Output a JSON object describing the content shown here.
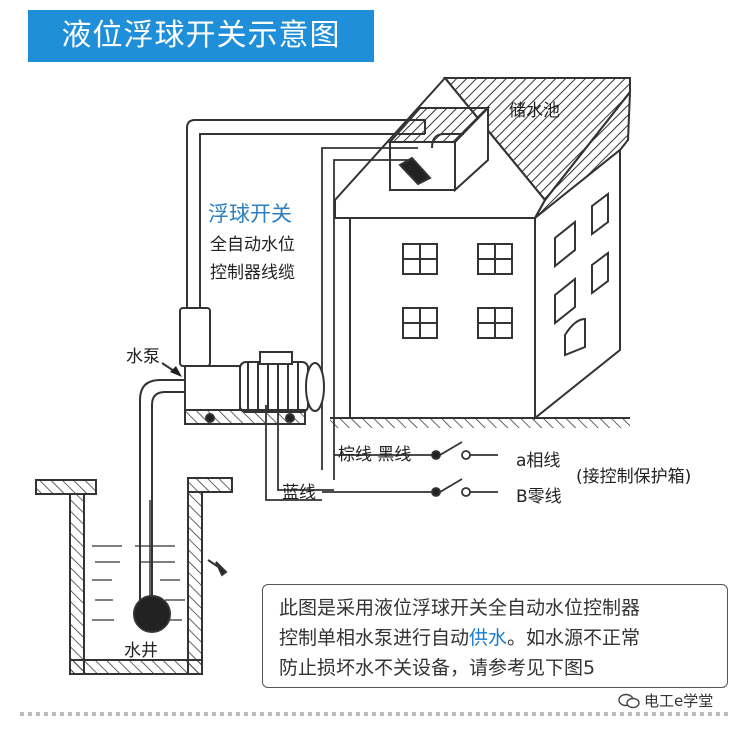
{
  "title": "液位浮球开关示意图",
  "labels": {
    "reservoir": "储水池",
    "float_switch": "浮球开关",
    "controller_line1": "全自动水位",
    "controller_line2": "控制器线缆",
    "pump": "水泵",
    "brown_black": "棕线 黑线",
    "blue_wire": "蓝线",
    "phase_a": "a相线",
    "neutral_b": "B零线",
    "control_box": "(接控制保护箱)",
    "well": "水井"
  },
  "note": {
    "line1": "此图是采用液位浮球开关全自动水位控制器",
    "line2_prefix": "控制单相水泵进行自动",
    "line2_highlight": "供水",
    "line2_suffix": "。如水源不正常",
    "line3": "防止损坏水不关设备，请参考见下图5"
  },
  "watermark": "电工e学堂",
  "colors": {
    "title_bg": "#1f8fd9",
    "accent_text": "#2c7fc0",
    "highlight": "#1a7bd0"
  }
}
